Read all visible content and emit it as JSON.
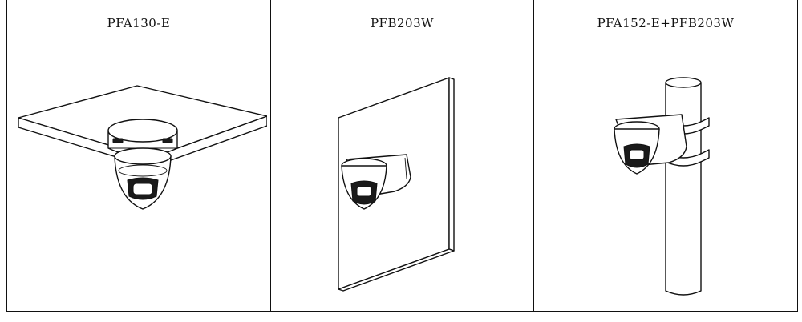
{
  "columns": [
    {
      "label": "PFA130-E",
      "illustration": "ceiling-mount"
    },
    {
      "label": "PFB203W",
      "illustration": "wall-mount"
    },
    {
      "label": "PFA152-E+PFB203W",
      "illustration": "pole-mount"
    }
  ]
}
